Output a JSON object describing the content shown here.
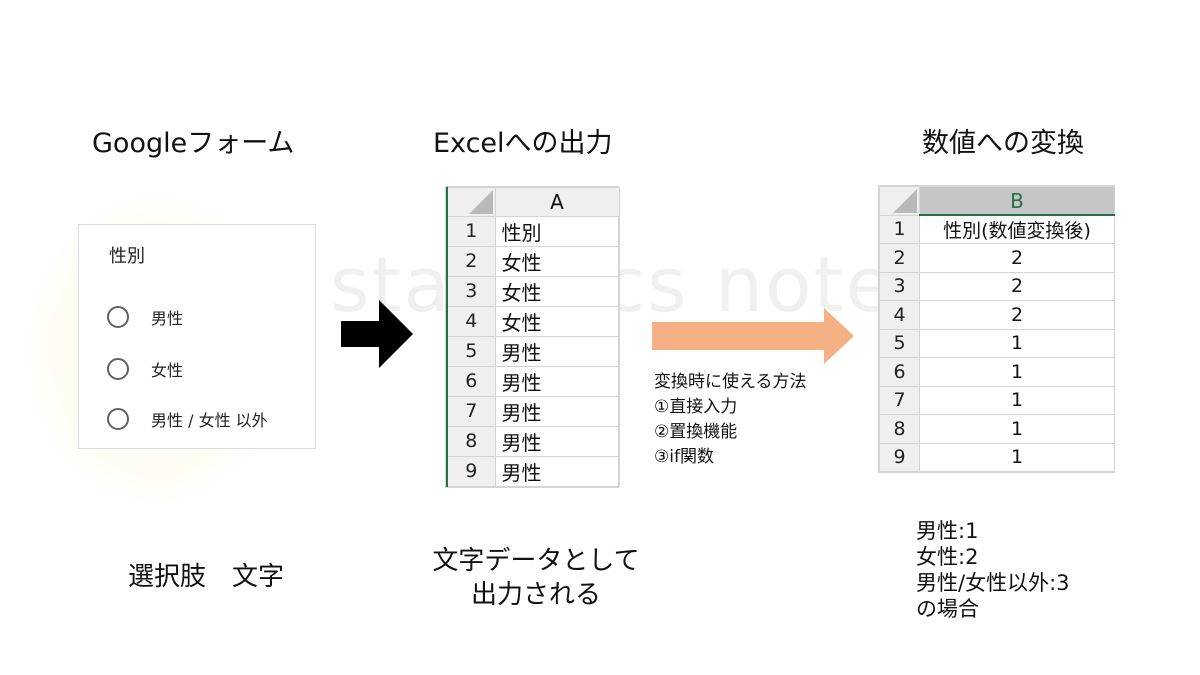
{
  "headings": {
    "form": "Googleフォーム",
    "excel": "Excelへの出力",
    "convert": "数値への変換"
  },
  "watermark": "statistics note",
  "form": {
    "question": "性別",
    "options": [
      "男性",
      "女性",
      "男性 / 女性 以外"
    ]
  },
  "sheet_a": {
    "col_header": "A",
    "rows": [
      {
        "n": "1",
        "v": "性別"
      },
      {
        "n": "2",
        "v": "女性"
      },
      {
        "n": "3",
        "v": "女性"
      },
      {
        "n": "4",
        "v": "女性"
      },
      {
        "n": "5",
        "v": "男性"
      },
      {
        "n": "6",
        "v": "男性"
      },
      {
        "n": "7",
        "v": "男性"
      },
      {
        "n": "8",
        "v": "男性"
      },
      {
        "n": "9",
        "v": "男性"
      }
    ]
  },
  "sheet_b": {
    "col_header": "B",
    "rows": [
      {
        "n": "1",
        "v": "性別(数値変換後)"
      },
      {
        "n": "2",
        "v": "2"
      },
      {
        "n": "3",
        "v": "2"
      },
      {
        "n": "4",
        "v": "2"
      },
      {
        "n": "5",
        "v": "1"
      },
      {
        "n": "6",
        "v": "1"
      },
      {
        "n": "7",
        "v": "1"
      },
      {
        "n": "8",
        "v": "1"
      },
      {
        "n": "9",
        "v": "1"
      }
    ]
  },
  "methods": [
    "変換時に使える方法",
    "①直接入力",
    "②置換機能",
    "③if関数"
  ],
  "captions": {
    "form": "選択肢　文字",
    "excel_line1": "文字データとして",
    "excel_line2": "出力される"
  },
  "legend": [
    "男性:1",
    "女性:2",
    "男性/女性以外:3",
    "の場合"
  ],
  "colors": {
    "arrow_black": "#000000",
    "arrow_salmon": "#f4b183",
    "excel_green": "#217346"
  }
}
